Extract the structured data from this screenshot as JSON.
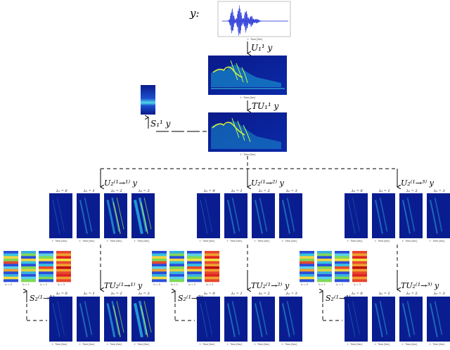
{
  "labels": {
    "y": "y:",
    "U1": "U₁¹ y",
    "TU1": "TU₁¹ y",
    "S1": "S₁¹ y",
    "branches": [
      {
        "U2": "U₂⁽¹→¹⁾ y",
        "TU2": "TU₂⁽¹→¹⁾ y",
        "S2": "S₂⁽¹→¹⁾ y"
      },
      {
        "U2": "U₂⁽¹→²⁾ y",
        "TU2": "TU₂⁽¹→²⁾ y",
        "S2": "S₂⁽¹→²⁾ y"
      },
      {
        "U2": "U₂⁽¹→³⁾ y",
        "TU2": "TU₂⁽¹→³⁾ y",
        "S2": "S₂⁽¹→³⁾ y"
      }
    ],
    "lambda": [
      "λ₂ = 0",
      "λ₂ = 1",
      "λ₂ = 2",
      "λ₂ = 3"
    ],
    "time_axis": "t · Time [Sec]"
  },
  "colors": {
    "wave": "#1f2fd6",
    "spec_bg": "#0a1f8f",
    "spec_mid": "#1aa7d8",
    "spec_hi": "#d9f03a",
    "dash": "#333333"
  }
}
